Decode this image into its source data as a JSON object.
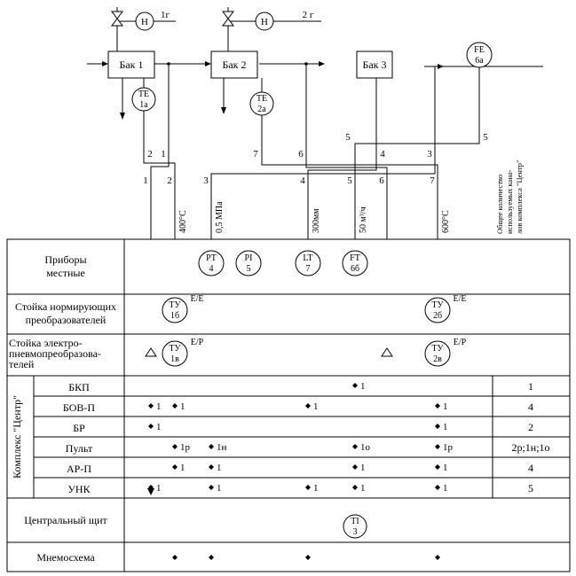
{
  "diagram": {
    "pumps": {
      "h1": "Н",
      "h2": "Н",
      "line1_label": "1г",
      "line2_label": "2 г"
    },
    "tanks": {
      "tank1": "Бак 1",
      "tank2": "Бак 2",
      "tank3": "Бак 3"
    },
    "instruments": {
      "te1a": {
        "tag": "ТЕ",
        "num": "1а"
      },
      "te2a": {
        "tag": "ТЕ",
        "num": "2а"
      },
      "fe6a": {
        "tag": "FE",
        "num": "6а"
      },
      "pt4": {
        "tag": "РТ",
        "num": "4"
      },
      "pi5": {
        "tag": "PI",
        "num": "5"
      },
      "lt7": {
        "tag": "LT",
        "num": "7"
      },
      "ft6b": {
        "tag": "FT",
        "num": "6б"
      },
      "ty1b": {
        "tag": "ТУ",
        "num": "1б",
        "signal": "Е/Е"
      },
      "ty2b": {
        "tag": "ТУ",
        "num": "2б",
        "signal": "Е/Е"
      },
      "ty1v": {
        "tag": "ТУ",
        "num": "1в",
        "signal": "Е/Р"
      },
      "ty2v": {
        "tag": "ТУ",
        "num": "2в",
        "signal": "Е/Р"
      },
      "ti3": {
        "tag": "TI",
        "num": "3"
      }
    },
    "wire_labels": {
      "w2": "2",
      "w1": "1",
      "w7": "7",
      "w6": "6",
      "w5a": "5",
      "w4": "4",
      "w3": "3",
      "w5b": "5"
    },
    "channels": [
      "1",
      "2",
      "3",
      "4",
      "5",
      "6",
      "7"
    ],
    "units": [
      "400°С",
      "0,5 МПа",
      "300мм",
      "50 м³/ч",
      "600°С"
    ],
    "right_caption": [
      "Общее количество",
      "используемых кана-",
      "лов комплекса \"Центр\""
    ]
  },
  "table": {
    "rows": {
      "local": [
        "Приборы",
        "местные"
      ],
      "norm": [
        "Стойка нормирующих",
        "преобразователей"
      ],
      "pneumo": [
        "Стойка электро-",
        "пневмопреобразова-",
        "телей"
      ],
      "complex": "Комплекс \"Центр\"",
      "bkp": "БКП",
      "bov": "БОВ-П",
      "br": "БР",
      "pult": "Пульт",
      "arp": "АР-П",
      "unk": "УНК",
      "central": "Центральный щит",
      "mnemo": "Мнемосхема"
    },
    "counts": {
      "bkp": "1",
      "bov": "4",
      "br": "2",
      "pult": "2р;1н;1о",
      "arp": "4",
      "unk": "5"
    },
    "marks": {
      "bkp": [
        "1"
      ],
      "bov": [
        "1",
        "1",
        "1",
        "1"
      ],
      "br": [
        "1",
        "1"
      ],
      "pult": [
        "1р",
        "1н",
        "1о",
        "1р"
      ],
      "arp": [
        "1",
        "1",
        "1",
        "1"
      ],
      "unk": [
        "1",
        "1",
        "1",
        "1",
        "1"
      ]
    }
  }
}
